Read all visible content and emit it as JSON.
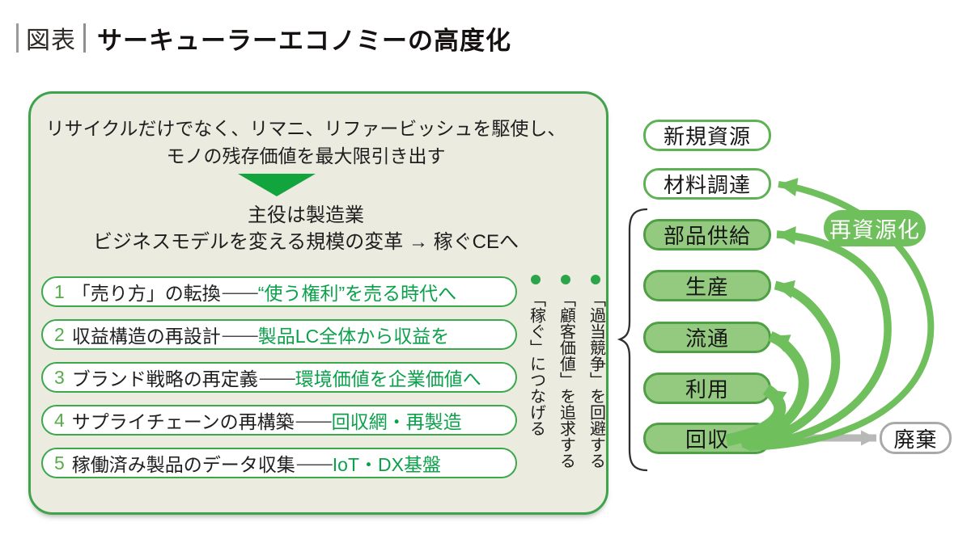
{
  "header": {
    "tag": "図表",
    "title": "サーキューラーエコノミーの高度化"
  },
  "panel": {
    "intro_line1": "リサイクルだけでなく、リマニ、リファービッシュを駆使し、",
    "intro_line2": "モノの残存価値を最大限引き出す",
    "lead_line1": "主役は製造業",
    "lead_line2": "ビジネスモデルを変える規模の変革 → 稼ぐCEへ",
    "items": [
      {
        "num": "1",
        "label": "「売り方」の転換",
        "dash": "——",
        "highlight": "“使う権利”を売る時代へ"
      },
      {
        "num": "2",
        "label": "収益構造の再設計",
        "dash": "——",
        "highlight": "製品LC全体から収益を"
      },
      {
        "num": "3",
        "label": "ブランド戦略の再定義",
        "dash": "——",
        "highlight": "環境価値を企業価値へ"
      },
      {
        "num": "4",
        "label": "サプライチェーンの再構築",
        "dash": "——",
        "highlight": "回収網・再製造"
      },
      {
        "num": "5",
        "label": "稼働済み製品のデータ収集",
        "dash": "——",
        "highlight": "IoT・DX基盤"
      }
    ],
    "vertical_notes": [
      "「過当競争」を回避する",
      "「顧客価値」を追求する",
      "「稼ぐ」につなげる"
    ]
  },
  "flow": {
    "stages": [
      {
        "label": "新規資源",
        "style": "outline"
      },
      {
        "label": "材料調達",
        "style": "outline"
      },
      {
        "label": "部品供給",
        "style": "filled"
      },
      {
        "label": "生産",
        "style": "filled"
      },
      {
        "label": "流通",
        "style": "filled"
      },
      {
        "label": "利用",
        "style": "filled"
      },
      {
        "label": "回収",
        "style": "filled"
      }
    ],
    "recycle_label": "再資源化",
    "waste_label": "廃棄"
  },
  "icons": {
    "transform_arrow": "down-triangle-icon",
    "recycle_arrows": "curved-left-arrow-icons",
    "waste_arrow": "gray-right-arrow-icon",
    "group_brace": "curly-brace-icon",
    "note_bullets": "green-dot-icons"
  },
  "colors": {
    "panel_bg": "#ECEBE0",
    "panel_border": "#3EA34B",
    "pill_fill": "#94CA80",
    "pill_border": "#4F9F44",
    "outline_pill_border": "#5EB253",
    "arc_green": "#6FBF5D",
    "highlight_green": "#0AA14A",
    "number_green": "#54AD49",
    "triangle_green": "#12A53E",
    "dot_green": "#2BA44A",
    "waste_border": "#A9A9A7",
    "waste_arrow_gray": "#B8B8B6"
  }
}
